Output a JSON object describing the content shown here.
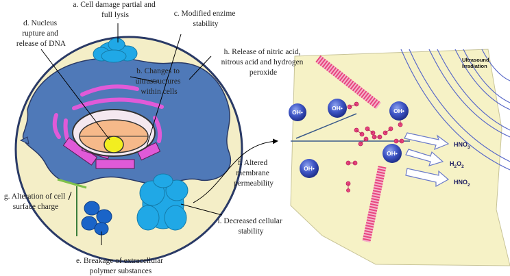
{
  "labels": {
    "a": [
      "a. Cell damage partial and",
      "full lysis"
    ],
    "b": [
      "b. Changes to",
      "ultrastructures",
      "within cells"
    ],
    "c": [
      "c. Modified enzime",
      "stability"
    ],
    "d": [
      "d. Nucleus",
      "rupture and",
      "release of DNA"
    ],
    "e": [
      "e. Breakage of extracellular",
      "polymer substances"
    ],
    "f": [
      "f. Altered",
      "membrane",
      "permeability"
    ],
    "g": [
      "g. Alteration of cell",
      "surface charge"
    ],
    "h": [
      "h. Release of nitric acid,",
      "nitrous acid and hydrogen",
      "peroxide"
    ],
    "i": [
      "i. Decreased cellular",
      "stability"
    ]
  },
  "panel": {
    "ultrasound": [
      "Ultrasound",
      "Irradiation"
    ],
    "radical": "OH•",
    "chemicals": {
      "hno3": {
        "base": "HNO",
        "sub": "3"
      },
      "h2o2": {
        "a": "H",
        "s1": "2",
        "b": "O",
        "s2": "2"
      },
      "hno2": {
        "base": "HNO",
        "sub": "2"
      }
    }
  },
  "colors": {
    "cell_fill": "#f4eec7",
    "cytoplasm": "#4f79b8",
    "organelle": "#e05ad8",
    "cloud": "#20a8e6",
    "radical": "#3f56c6",
    "membrane": "#e8467e"
  }
}
